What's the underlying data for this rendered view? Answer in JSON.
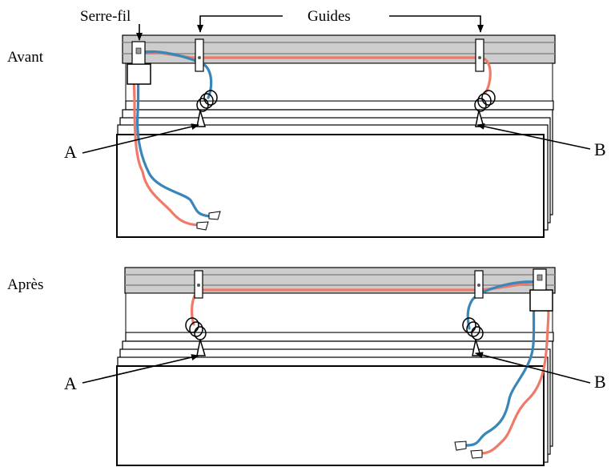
{
  "labels": {
    "serre_fil": "Serre-fil",
    "guides": "Guides",
    "avant": "Avant",
    "apres": "Après",
    "a": "A",
    "b": "B"
  },
  "colors": {
    "wire_red": "#f07a6a",
    "wire_blue": "#3a86b8",
    "rail": "#cdcdcd",
    "rail_dark": "#a8a8a8",
    "line": "#000000"
  }
}
